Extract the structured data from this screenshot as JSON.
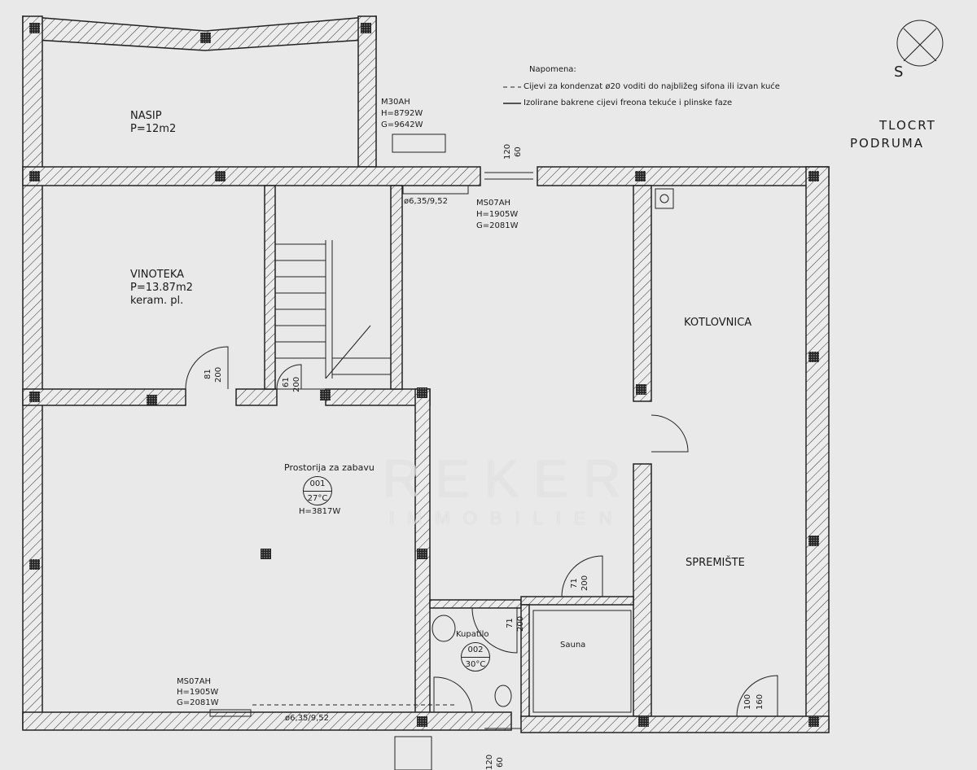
{
  "title": [
    "TLOCRT",
    "PODRUMA"
  ],
  "compass_label": "S",
  "legend": {
    "heading": "Napomena:",
    "items": [
      {
        "style": "dashed",
        "text": "Cijevi za kondenzat ø20 voditi do najbližeg sifona ili izvan kuće"
      },
      {
        "style": "solid",
        "text": "Izolirane bakrene cijevi freona tekuće i plinske faze"
      }
    ]
  },
  "rooms": {
    "nasip": {
      "name": "NASIP",
      "area": "P=12m2"
    },
    "vinoteka": {
      "name": "VINOTEKA",
      "area": "P=13.87m2",
      "floor": "keram. pl."
    },
    "kotlovnica": {
      "name": "KOTLOVNICA"
    },
    "spremiste": {
      "name": "SPREMIŠTE"
    },
    "zabava": {
      "name": "Prostorija za zabavu",
      "number": "001",
      "temp": "27°C",
      "heat": "H=3817W"
    },
    "kupatilo": {
      "name": "Kupatilo",
      "number": "002",
      "temp": "30°C"
    },
    "sauna": {
      "name": "Sauna"
    }
  },
  "units": {
    "outdoor": {
      "model": "M30AH",
      "h": "H=8792W",
      "g": "G=9642W"
    },
    "indoor_top": {
      "model": "MS07AH",
      "h": "H=1905W",
      "g": "G=2081W",
      "pipe": "ø6,35/9,52"
    },
    "indoor_bottom": {
      "model": "MS07AH",
      "h": "H=1905W",
      "g": "G=2081W",
      "pipe": "ø6,35/9,52"
    }
  },
  "dimensions": {
    "window_top": [
      "120",
      "60"
    ],
    "window_bottom": [
      "120",
      "60"
    ],
    "door_vinoteka": [
      "81",
      "200"
    ],
    "door_stairs": [
      "61",
      "200"
    ],
    "door_sauna": [
      "71",
      "200"
    ],
    "door_kupatilo": [
      "71",
      "200"
    ],
    "door_spremiste": [
      "100",
      "160"
    ]
  },
  "watermark": {
    "brand": "REKER",
    "sub": "IMMOBILIEN"
  }
}
